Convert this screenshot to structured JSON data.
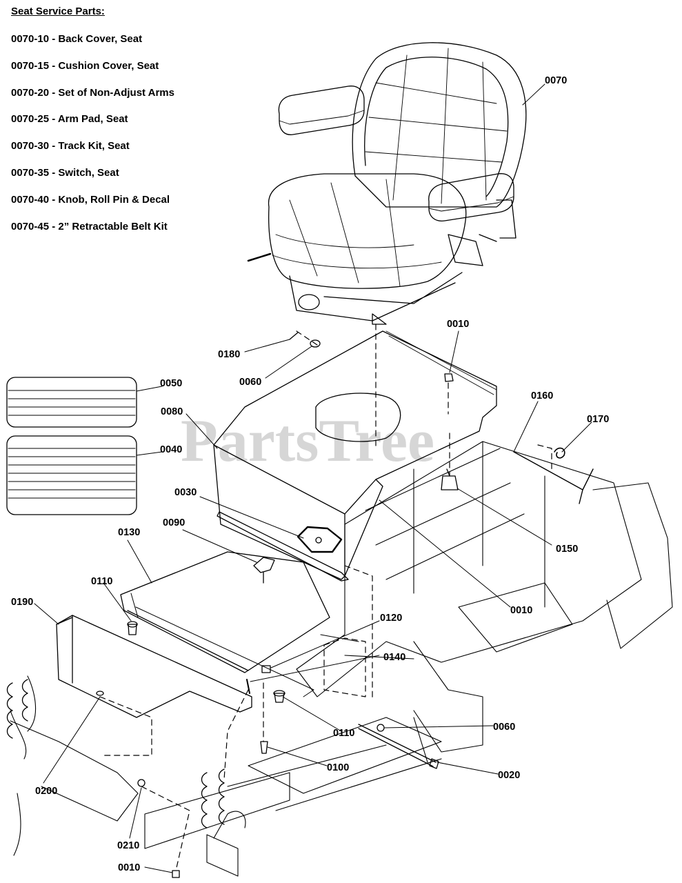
{
  "service_parts": {
    "heading": "Seat Service Parts:",
    "items": [
      "0070-10 - Back Cover, Seat",
      "0070-15 - Cushion Cover, Seat",
      "0070-20 - Set of Non-Adjust Arms",
      "0070-25 - Arm Pad, Seat",
      "0070-30 - Track Kit, Seat",
      "0070-35 - Switch, Seat",
      "0070-40 - Knob, Roll Pin & Decal",
      "0070-45 - 2” Retractable Belt Kit"
    ]
  },
  "watermark": "PartsTree",
  "callouts": {
    "c0070": "0070",
    "c0010a": "0010",
    "c0180": "0180",
    "c0060a": "0060",
    "c0050": "0050",
    "c0160": "0160",
    "c0080": "0080",
    "c0170": "0170",
    "c0040": "0040",
    "c0030": "0030",
    "c0090": "0090",
    "c0150": "0150",
    "c0130": "0130",
    "c0010b": "0010",
    "c0110a": "0110",
    "c0190": "0190",
    "c0120": "0120",
    "c0140": "0140",
    "c0060b": "0060",
    "c0110b": "0110",
    "c0100": "0100",
    "c0020": "0020",
    "c0200": "0200",
    "c0210": "0210",
    "c0010c": "0010"
  }
}
